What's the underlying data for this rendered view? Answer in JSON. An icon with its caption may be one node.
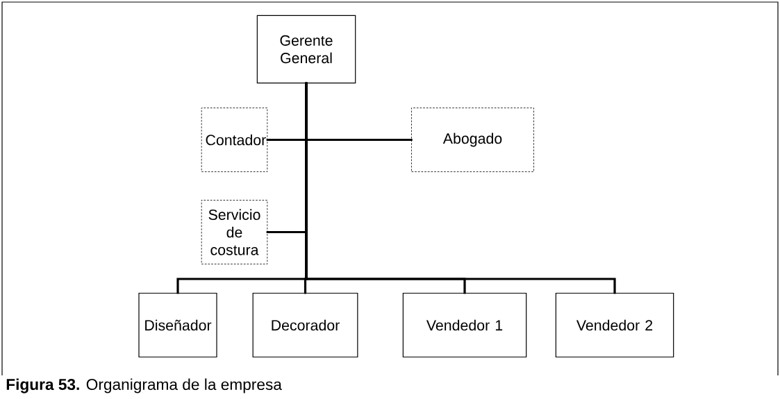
{
  "diagram": {
    "caption": "**Figura 53.** Organigrama de la empresa",
    "nodes": [
      {
        "text": [
          "Gerente General"
        ]
      },
      {
        "text": [
          "Contador"
        ]
      },
      {
        "text": [
          "Abogado"
        ]
      },
      {
        "text": [
          "Servicio de costura"
        ]
      },
      {
        "text": [
          "Diseñador"
        ]
      },
      {
        "text": [
          "Decorador"
        ]
      },
      {
        "text": [
          "Vendedor 1"
        ]
      },
      {
        "text": [
          "Vendedor 2"
        ]
      }
    ],
    "edges": [
      {
        "from": 0,
        "to": 1,
        "arrow": "none"
      },
      {
        "from": 0,
        "to": 2,
        "arrow": "none"
      },
      {
        "from": 0,
        "to": 3,
        "arrow": "none"
      },
      {
        "from": 0,
        "to": 4,
        "arrow": "none"
      },
      {
        "from": 0,
        "to": 5,
        "arrow": "none"
      },
      {
        "from": 0,
        "to": 6,
        "arrow": "none"
      },
      {
        "from": 0,
        "to": 7,
        "arrow": "none"
      }
    ]
  }
}
